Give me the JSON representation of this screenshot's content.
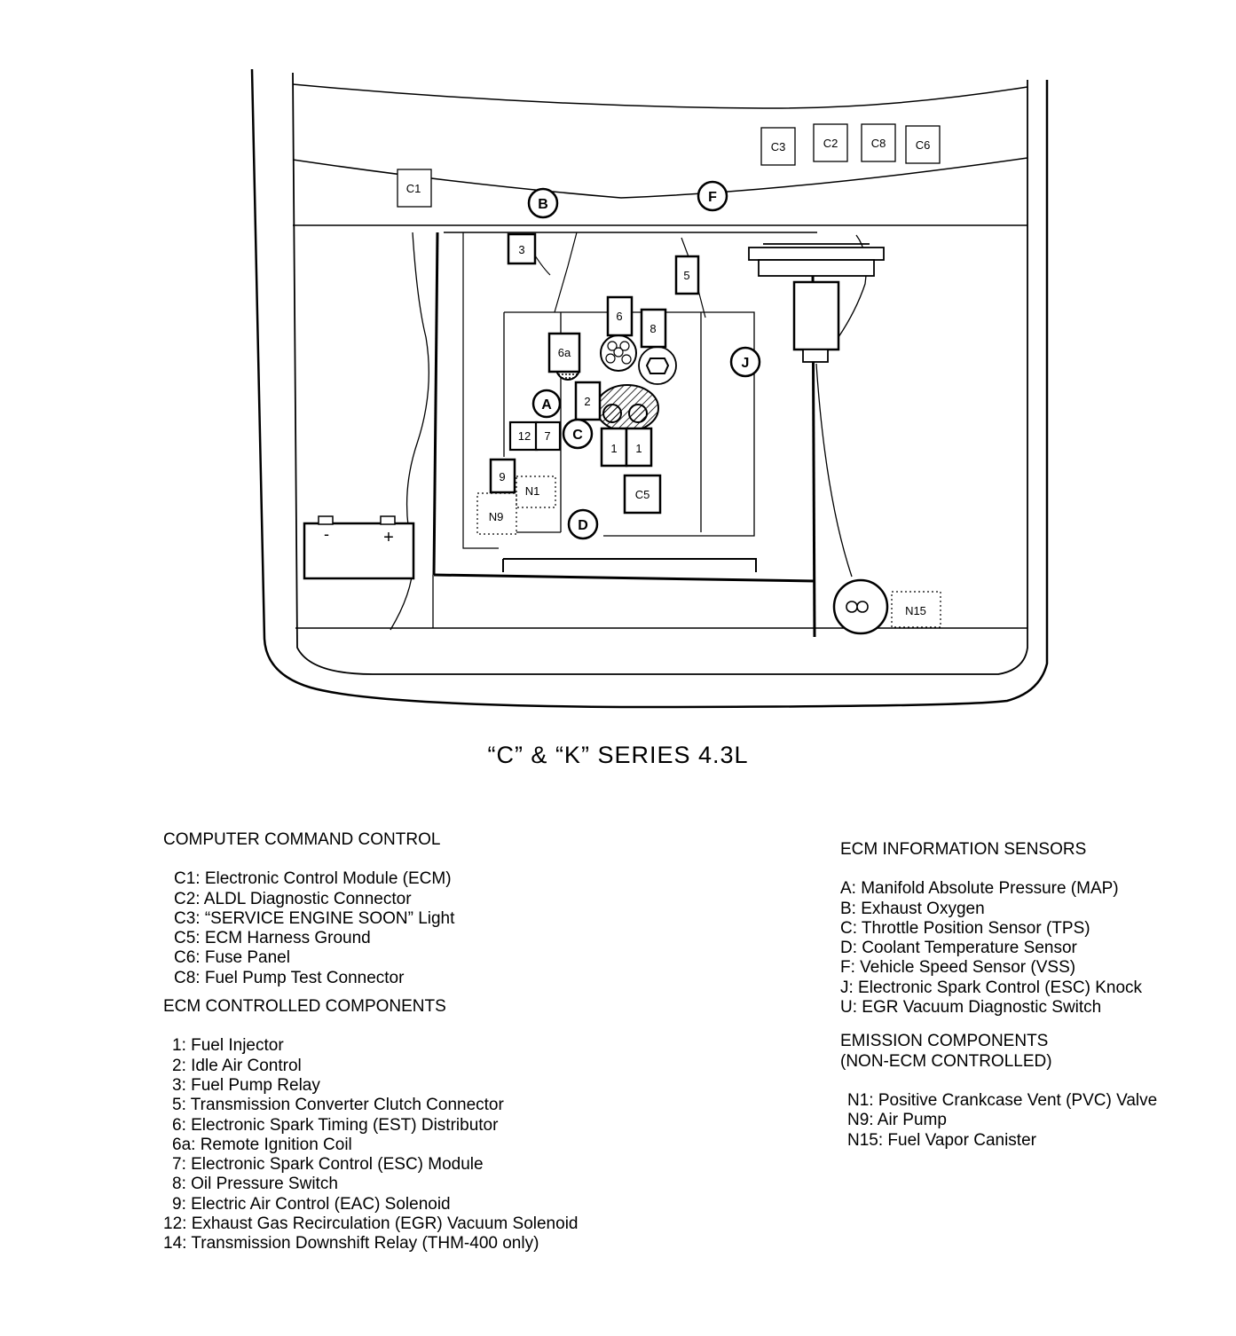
{
  "diagram": {
    "labels": {
      "c1": "C1",
      "c2": "C2",
      "c3": "C3",
      "c5": "C5",
      "c6": "C6",
      "c8": "C8",
      "b": "B",
      "f": "F",
      "a": "A",
      "c": "C",
      "d": "D",
      "j": "J",
      "n1": "N1",
      "n9": "N9",
      "n15": "N15",
      "c_1": "1",
      "c_1b": "1",
      "c_2": "2",
      "c_3": "3",
      "c_5": "5",
      "c_6": "6",
      "c_6a": "6a",
      "c_7": "7",
      "c_8": "8",
      "c_9": "9",
      "c_12": "12",
      "batt_neg": "-",
      "batt_pos": "+"
    }
  },
  "caption": "“C” & “K” SERIES 4.3L",
  "legend": {
    "computer_command_control": {
      "heading": "COMPUTER COMMAND CONTROL",
      "items": [
        "C1:  Electronic Control Module (ECM)",
        "C2:  ALDL Diagnostic Connector",
        "C3:  “SERVICE ENGINE SOON” Light",
        "C5:  ECM Harness Ground",
        "C6:  Fuse Panel",
        "C8:  Fuel Pump Test Connector"
      ]
    },
    "ecm_controlled": {
      "heading": "ECM CONTROLLED COMPONENTS",
      "items": [
        "1:  Fuel Injector",
        "2:  Idle Air Control",
        "3:  Fuel Pump Relay",
        "5:  Transmission Converter Clutch Connector",
        "6:  Electronic Spark Timing (EST) Distributor",
        "6a:  Remote Ignition Coil",
        "7:  Electronic Spark Control (ESC) Module",
        "8:  Oil Pressure Switch",
        "9:  Electric Air Control (EAC) Solenoid",
        "12:  Exhaust Gas Recirculation (EGR) Vacuum Solenoid",
        "14:  Transmission Downshift Relay (THM-400 only)"
      ]
    },
    "ecm_sensors": {
      "heading": "ECM INFORMATION SENSORS",
      "items": [
        "A: Manifold Absolute Pressure (MAP)",
        "B: Exhaust Oxygen",
        "C: Throttle Position Sensor (TPS)",
        "D: Coolant Temperature Sensor",
        "F: Vehicle Speed Sensor (VSS)",
        "J: Electronic Spark Control (ESC) Knock",
        "U: EGR Vacuum Diagnostic Switch"
      ]
    },
    "emission": {
      "heading_line1": "EMISSION COMPONENTS",
      "heading_line2": "(NON-ECM CONTROLLED)",
      "items": [
        "N1:  Positive Crankcase Vent (PVC) Valve",
        "N9:  Air Pump",
        "N15:  Fuel Vapor Canister"
      ]
    }
  }
}
